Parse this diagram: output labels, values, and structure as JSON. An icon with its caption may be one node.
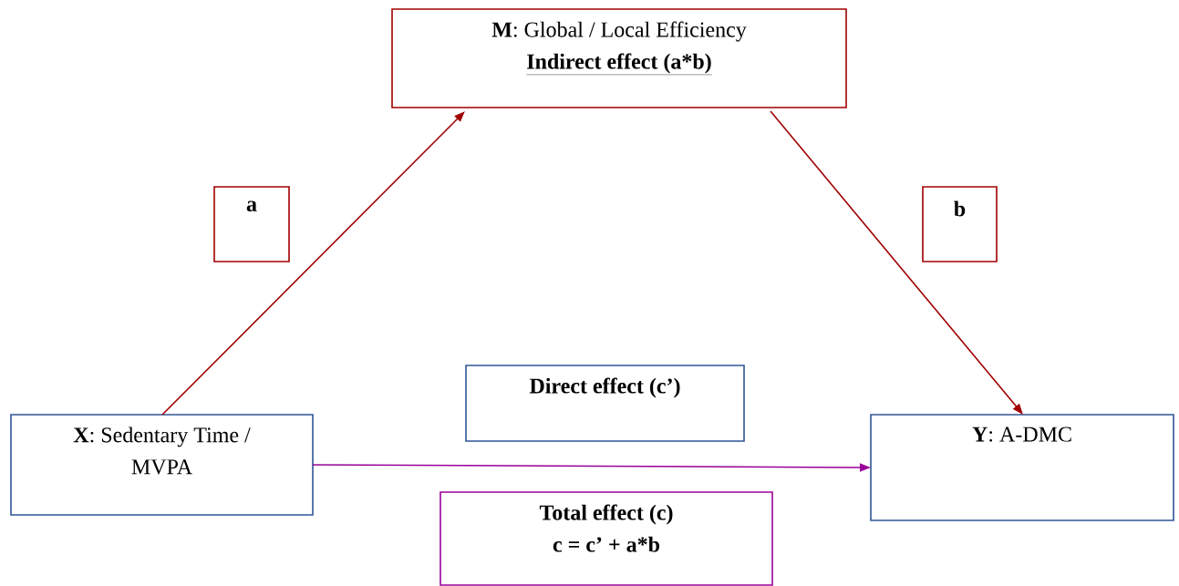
{
  "diagram": {
    "nodes": [
      {
        "text": [
          "**M**: Global / Local Efficiency",
          "Indirect effect (a*b)"
        ]
      },
      {
        "text": [
          "a"
        ]
      },
      {
        "text": [
          "b"
        ]
      },
      {
        "text": [
          "**X**: Sedentary Time / MVPA"
        ]
      },
      {
        "text": [
          "Direct effect (c’)"
        ]
      },
      {
        "text": [
          "**Y**: A-DMC"
        ]
      },
      {
        "text": [
          "Total effect (c)",
          "c = c’ + a*b"
        ]
      }
    ],
    "edges": [
      {
        "from": 3,
        "to": 0,
        "arrow": "to"
      },
      {
        "from": 0,
        "to": 5,
        "arrow": "to"
      },
      {
        "from": 3,
        "to": 5,
        "arrow": "to",
        "color": "#990099"
      }
    ]
  }
}
